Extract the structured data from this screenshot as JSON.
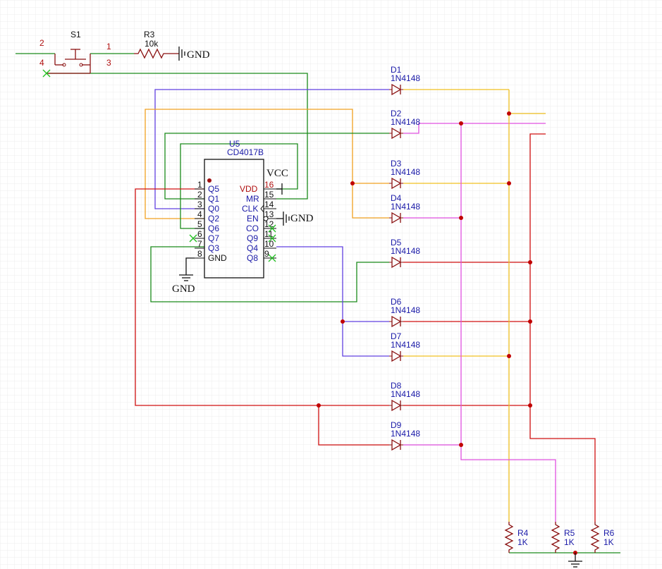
{
  "switch": {
    "ref": "S1",
    "pin_1": "1",
    "pin_2": "2",
    "pin_3": "3",
    "pin_4": "4"
  },
  "r3": {
    "ref": "R3",
    "value": "10k"
  },
  "gnd_label": "GND",
  "vcc_label": "VCC",
  "ic": {
    "ref": "U5",
    "part": "CD4017B",
    "left_pins": [
      {
        "num": "1",
        "name": "Q5"
      },
      {
        "num": "2",
        "name": "Q1"
      },
      {
        "num": "3",
        "name": "Q0"
      },
      {
        "num": "4",
        "name": "Q2"
      },
      {
        "num": "5",
        "name": "Q6"
      },
      {
        "num": "6",
        "name": "Q7"
      },
      {
        "num": "7",
        "name": "Q3"
      },
      {
        "num": "8",
        "name": "GND"
      }
    ],
    "right_pins": [
      {
        "num": "16",
        "name": "VDD"
      },
      {
        "num": "15",
        "name": "MR"
      },
      {
        "num": "14",
        "name": "CLK"
      },
      {
        "num": "13",
        "name": "EN"
      },
      {
        "num": "12",
        "name": "CO"
      },
      {
        "num": "11",
        "name": "Q9"
      },
      {
        "num": "10",
        "name": "Q4"
      },
      {
        "num": "9",
        "name": "Q8"
      }
    ]
  },
  "diodes": [
    {
      "ref": "D1",
      "part": "1N4148"
    },
    {
      "ref": "D2",
      "part": "1N4148"
    },
    {
      "ref": "D3",
      "part": "1N4148"
    },
    {
      "ref": "D4",
      "part": "1N4148"
    },
    {
      "ref": "D5",
      "part": "1N4148"
    },
    {
      "ref": "D6",
      "part": "1N4148"
    },
    {
      "ref": "D7",
      "part": "1N4148"
    },
    {
      "ref": "D8",
      "part": "1N4148"
    },
    {
      "ref": "D9",
      "part": "1N4148"
    }
  ],
  "resistors": [
    {
      "ref": "R4",
      "value": "1K"
    },
    {
      "ref": "R5",
      "value": "1K"
    },
    {
      "ref": "R6",
      "value": "1K"
    }
  ],
  "colors": {
    "wire_green": "#1a8a1a",
    "wire_red": "#d01010",
    "wire_orange": "#f0a020",
    "wire_yellow": "#f0c020",
    "wire_purple": "#6040e0",
    "wire_magenta": "#e050e0",
    "component": "#8a1010",
    "junction": "#c00000",
    "label_blue": "#1a1aa8",
    "grid": "#ececec"
  }
}
